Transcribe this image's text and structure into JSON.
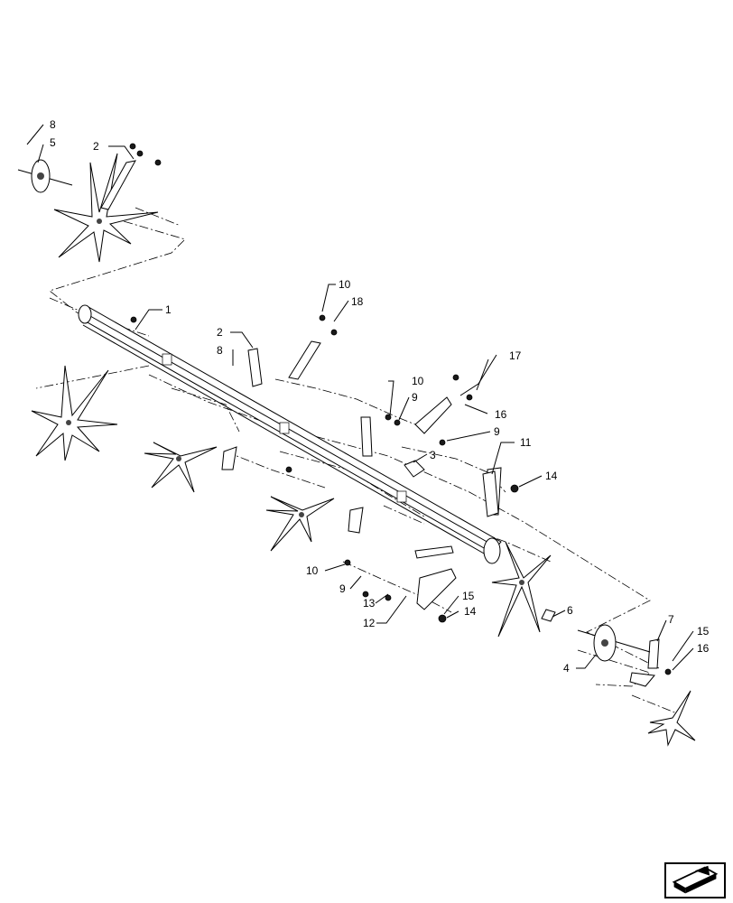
{
  "callouts": {
    "c1": "1",
    "c2a": "2",
    "c2b": "2",
    "c3": "3",
    "c4": "4",
    "c5": "5",
    "c6": "6",
    "c7": "7",
    "c8a": "8",
    "c8b": "8",
    "c9a": "9",
    "c9b": "9",
    "c9c": "9",
    "c10a": "10",
    "c10b": "10",
    "c10c": "10",
    "c11": "11",
    "c12": "12",
    "c13": "13",
    "c14a": "14",
    "c14b": "14",
    "c15a": "15",
    "c15b": "15",
    "c16a": "16",
    "c16b": "16",
    "c17": "17",
    "c18": "18"
  },
  "navigation": {
    "icon": "next-page-arrow-icon"
  }
}
